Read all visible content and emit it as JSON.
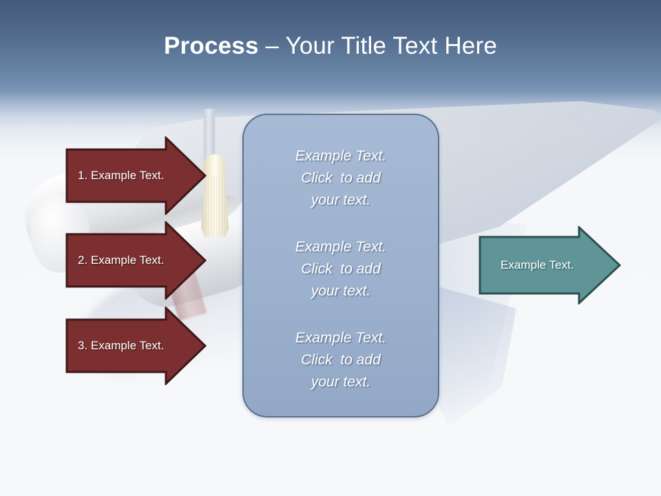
{
  "slide": {
    "title_strong": "Process",
    "title_rest": " – Your Title Text Here",
    "background_description": "graduation cap with tassel and rolled diploma",
    "colors": {
      "title_text": "#ffffff",
      "sky_top": "#45597a",
      "sky_bottom": "#f7f8fa",
      "input_arrow_fill": "#7b2f30",
      "input_arrow_stroke": "#3e1718",
      "output_arrow_fill": "#5f9597",
      "output_arrow_stroke": "#2d4f50",
      "center_box_fill": "#9db2ce",
      "center_box_stroke": "#5b718f"
    }
  },
  "input_arrows": [
    {
      "label": "1. Example Text."
    },
    {
      "label": "2. Example Text."
    },
    {
      "label": "3. Example Text."
    }
  ],
  "center_box": {
    "blocks": [
      {
        "line1": "Example Text.",
        "line2": "Click  to add",
        "line3": "your text."
      },
      {
        "line1": "Example Text.",
        "line2": "Click  to add",
        "line3": "your text."
      },
      {
        "line1": "Example Text.",
        "line2": "Click  to add",
        "line3": "your text."
      }
    ]
  },
  "output_arrow": {
    "label": "Example Text."
  }
}
